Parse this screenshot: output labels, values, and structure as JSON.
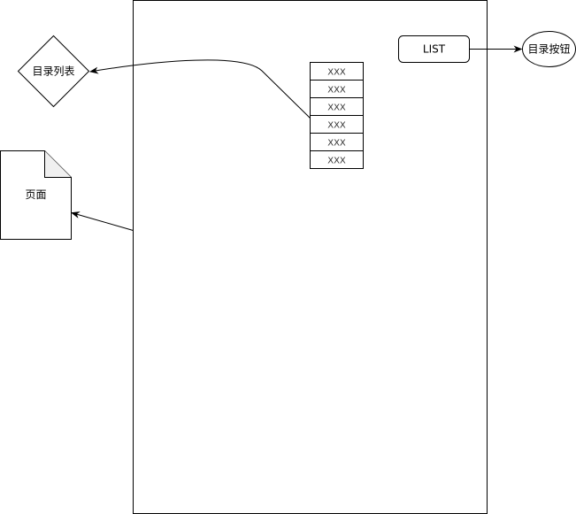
{
  "colors": {
    "stroke": "#000000",
    "fill": "#ffffff",
    "page_corner_fill": "#f0f0f0",
    "list_text": "#333333"
  },
  "diagram": {
    "list_button_label": "LIST",
    "catalog_button_label": "目录按钮",
    "catalog_list_label": "目录列表",
    "page_label": "页面",
    "list_items": [
      "XXX",
      "XXX",
      "XXX",
      "XXX",
      "XXX",
      "XXX"
    ]
  }
}
